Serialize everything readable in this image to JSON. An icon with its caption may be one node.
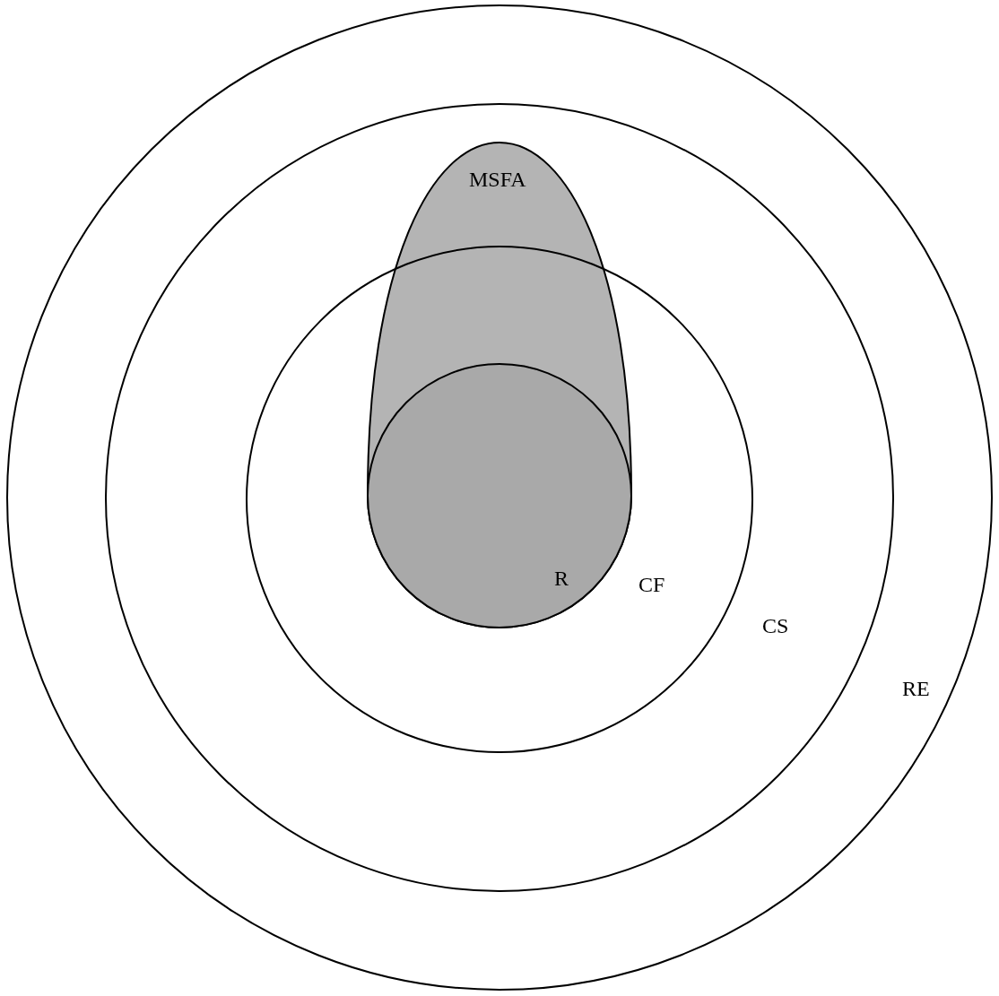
{
  "diagram": {
    "nodes": [
      {
        "text": [
          "RE"
        ]
      },
      {
        "text": [
          "CS"
        ],
        "in": 0
      },
      {
        "text": [
          "MSFA"
        ],
        "in": 1
      },
      {
        "text": [
          "CF"
        ],
        "in": 1
      },
      {
        "text": [
          "R"
        ]
      }
    ]
  }
}
